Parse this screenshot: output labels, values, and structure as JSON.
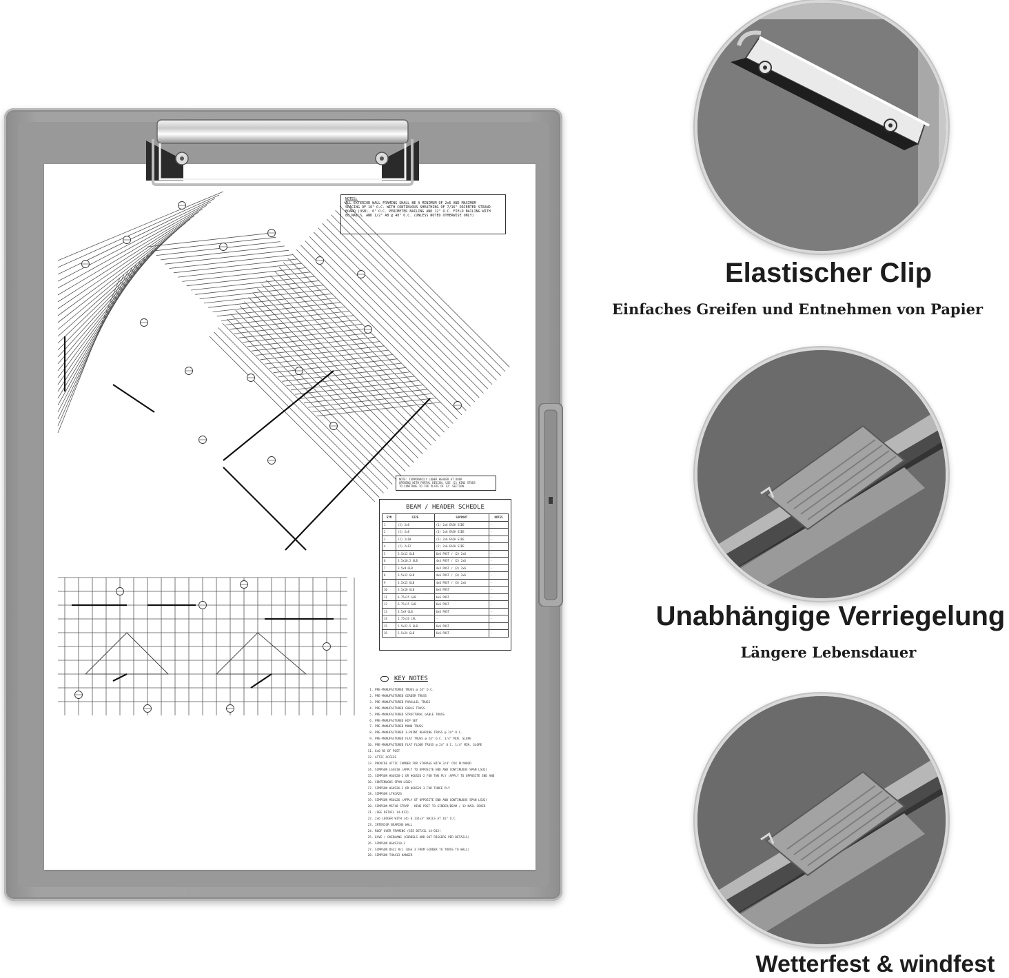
{
  "features": [
    {
      "title": "Elastischer Clip",
      "subtitle": "Einfaches Greifen und Entnehmen von Papier",
      "icon": "spring-clip-icon"
    },
    {
      "title": "Unabhängige Verriegelung",
      "subtitle": "Längere Lebensdauer",
      "icon": "side-latch-icon"
    },
    {
      "title": "Wetterfest & windfest",
      "icon": "closed-latch-icon"
    }
  ],
  "document": {
    "notes_heading": "NOTES:",
    "notes_text": [
      "ALL EXTERIOR WALL FRAMING SHALL BE A MINIMUM OF 2x6 AND MAXIMUM",
      "SPACING OF 16\" O.C. WITH CONTINUOUS SHEATHING OF 7/16\" ORIENTED STRAND",
      "BOARD (OSB). 6\" O.C. PERIMETER NAILING AND 12\" O.C. FIELD NAILING WITH",
      "8d NAILS, AND 1/2\" AB @ 48\" O.C. (UNLESS NOTED OTHERWISE ONLY)"
    ],
    "note2_text": [
      "NOTE:  TEMPORARILY LOWER HEADER AT DOOR",
      "OPENING WITH PORTAL DESIGN. USE (2) KING STUDS",
      "TO CONTINUE TO TOP PLATE OF 12' SECTION."
    ],
    "schedule_title": "BEAM / HEADER SCHEDLE",
    "schedule_headers": [
      "SYM",
      "SIZE",
      "SUPPORT",
      "NOTES"
    ],
    "schedule_rows": [
      [
        "1",
        "(2) 2x8",
        "(1) 2x6 EACH SIDE",
        "-"
      ],
      [
        "2",
        "(2) 2x8",
        "(1) 2x6 EACH SIDE",
        "-"
      ],
      [
        "3",
        "(2) 2x10",
        "(1) 2x6 EACH SIDE",
        "-"
      ],
      [
        "4",
        "(2) 2x12",
        "(2) 2x6 EACH SIDE",
        "-"
      ],
      [
        "5",
        "3.5x12 GLB",
        "6x6 POST / (2) 2x6",
        "-"
      ],
      [
        "6",
        "3.5x10.5 GLB",
        "4x4 POST / (2) 2x6",
        "-"
      ],
      [
        "7",
        "3.5x9 GLB",
        "4x4 POST / (2) 2x6",
        "-"
      ],
      [
        "8",
        "3.5x12 GLB",
        "4x6 POST / (3) 2x6",
        "-"
      ],
      [
        "9",
        "3.5x15 GLB",
        "4x6 POST / (3) 2x6",
        "-"
      ],
      [
        "10",
        "3.5x18 GLB",
        "6x6 POST",
        "-"
      ],
      [
        "11",
        "6.75x15 GLB",
        "6x6 POST",
        "-"
      ],
      [
        "12",
        "6.75x15 GLB",
        "6x6 POST",
        "-"
      ],
      [
        "13",
        "3.5x9 GLB",
        "6x6 POST",
        "-"
      ],
      [
        "14",
        "1.75x16 LVL",
        "-",
        "-"
      ],
      [
        "15",
        "5.5x22.5 GLB",
        "6x6 POST",
        "-"
      ],
      [
        "16",
        "5.5x24 GLB",
        "6x6 POST",
        "-"
      ]
    ],
    "keynotes_title": "KEY NOTES",
    "keynotes": [
      "PRE-MANUFACTURED TRUSS @ 24\" O.C.",
      "PRE-MANUFACTURED GIRDER TRUSS",
      "PRE-MANUFACTURED PARALLEL TRUSS",
      "PRE-MANUFACTURED GABLE TRUSS",
      "PRE-MANUFACTURED STRUCTURAL GABLE TRUSS",
      "PRE-MANUFACTURED HIP SET",
      "PRE-MANUFACTURED MONO TRUSS",
      "PRE-MANUFACTURED 3-POINT BEARING TRUSS @ 24\" O.C.",
      "PRE-MANUFACTURED FLAT TRUSS @ 24\" O.C. 1/4\" MIN. SLOPE",
      "PRE-MANUFACTURED FLAT FLOOR TRUSS @ 24\" O.C. 1/4\" MIN. SLOPE",
      "6x6 R5 DF POST",
      "ATTIC ACCESS",
      "PROVIDE ATTIC CAMBER FOR STORAGE WITH 3/4\" CDX PLYWOOD",
      "SIMPSON LSSU10 (APPLY TO OPPOSITE END AND CONTINUOUS SPAN LSU2)",
      "SIMPSON HGUS28-2 OR HGUS26-2 FOR TWO PLY (APPLY TO OPPOSITE END AND",
      "CONTINUOUS SPAN LSU2)",
      "SIMPSON HGUS26-2 OR HGUS26-3 FOR THREE PLY",
      "SIMPSON LTHJA26",
      "SIMPSON MSUL26 (APPLY OT OPPOSITE END AND CONTINUOUS SPAN LSU2)",
      "SIMPSON MST48 STRAP - KING POST TO GIRDER/BEAM / 12 NAIL COVER",
      "(SEE DETAIL 14-D12)",
      "2x6 LEDGER WITH (4) 0.131x3\" NAILS AT 16\" O.C.",
      "INTERIOR BEARING WALL",
      "ROOF OVER FRAMING (SEE DETAIL 14-D12)",
      "EAVE / OVERHANG (CORBELS AND OUT RIGGERS PER DETAILS)",
      "SIMPSON HGUS210-3",
      "SIMPSON DSC2 R/L (USE 3 FROM GIRDER TO TRUSS TO WALL)",
      "SIMPSON THA413 HANGER"
    ]
  }
}
